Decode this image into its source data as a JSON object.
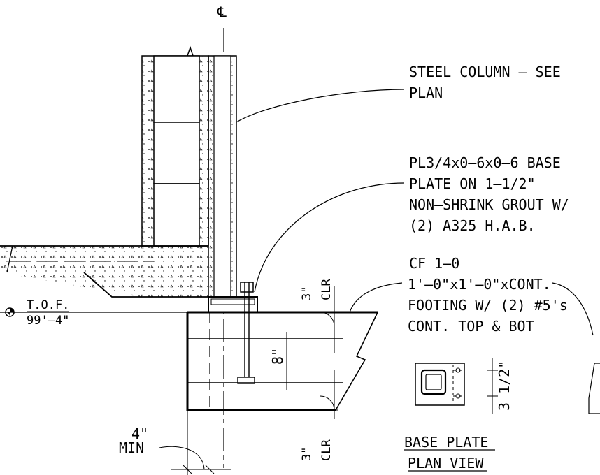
{
  "centerline_mark": "℄",
  "notes": {
    "steel_column": [
      "STEEL COLUMN – SEE",
      "PLAN"
    ],
    "base_plate": [
      "PL3/4x0–6x0–6 BASE",
      "PLATE ON 1–1/2\"",
      "NON–SHRINK GROUT W/",
      "(2) A325 H.A.B."
    ],
    "footing": [
      "CF 1–0",
      "1'–0\"x1'–0\"xCONT.",
      "FOOTING W/ (2) #5's",
      "CONT. TOP & BOT"
    ]
  },
  "elevation": {
    "label": "T.O.F.",
    "value": "99'–4\""
  },
  "dimensions": {
    "top_clear": {
      "value": "3\"",
      "label": "CLR"
    },
    "bottom_clear": {
      "value": "3\"",
      "label": "CLR"
    },
    "rebar_spacing": "8\"",
    "min_edge": {
      "value": "4\"",
      "label": "MIN"
    },
    "plate_dim": "3 1/2\""
  },
  "plan_view_title": [
    "BASE PLATE",
    "PLAN VIEW"
  ]
}
